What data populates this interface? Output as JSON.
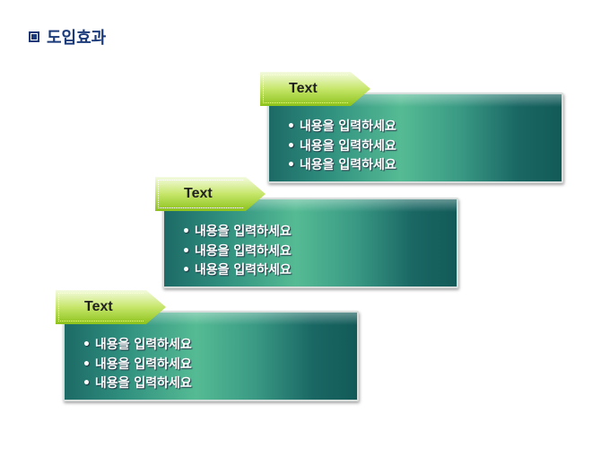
{
  "header": {
    "title": "도입효과"
  },
  "panels": [
    {
      "label": "Text",
      "items": [
        "내용을 입력하세요",
        "내용을 입력하세요",
        "내용을 입력하세요"
      ]
    },
    {
      "label": "Text",
      "items": [
        "내용을 입력하세요",
        "내용을 입력하세요",
        "내용을 입력하세요"
      ]
    },
    {
      "label": "Text",
      "items": [
        "내용을 입력하세요",
        "내용을 입력하세요",
        "내용을 입력하세요"
      ]
    }
  ]
}
